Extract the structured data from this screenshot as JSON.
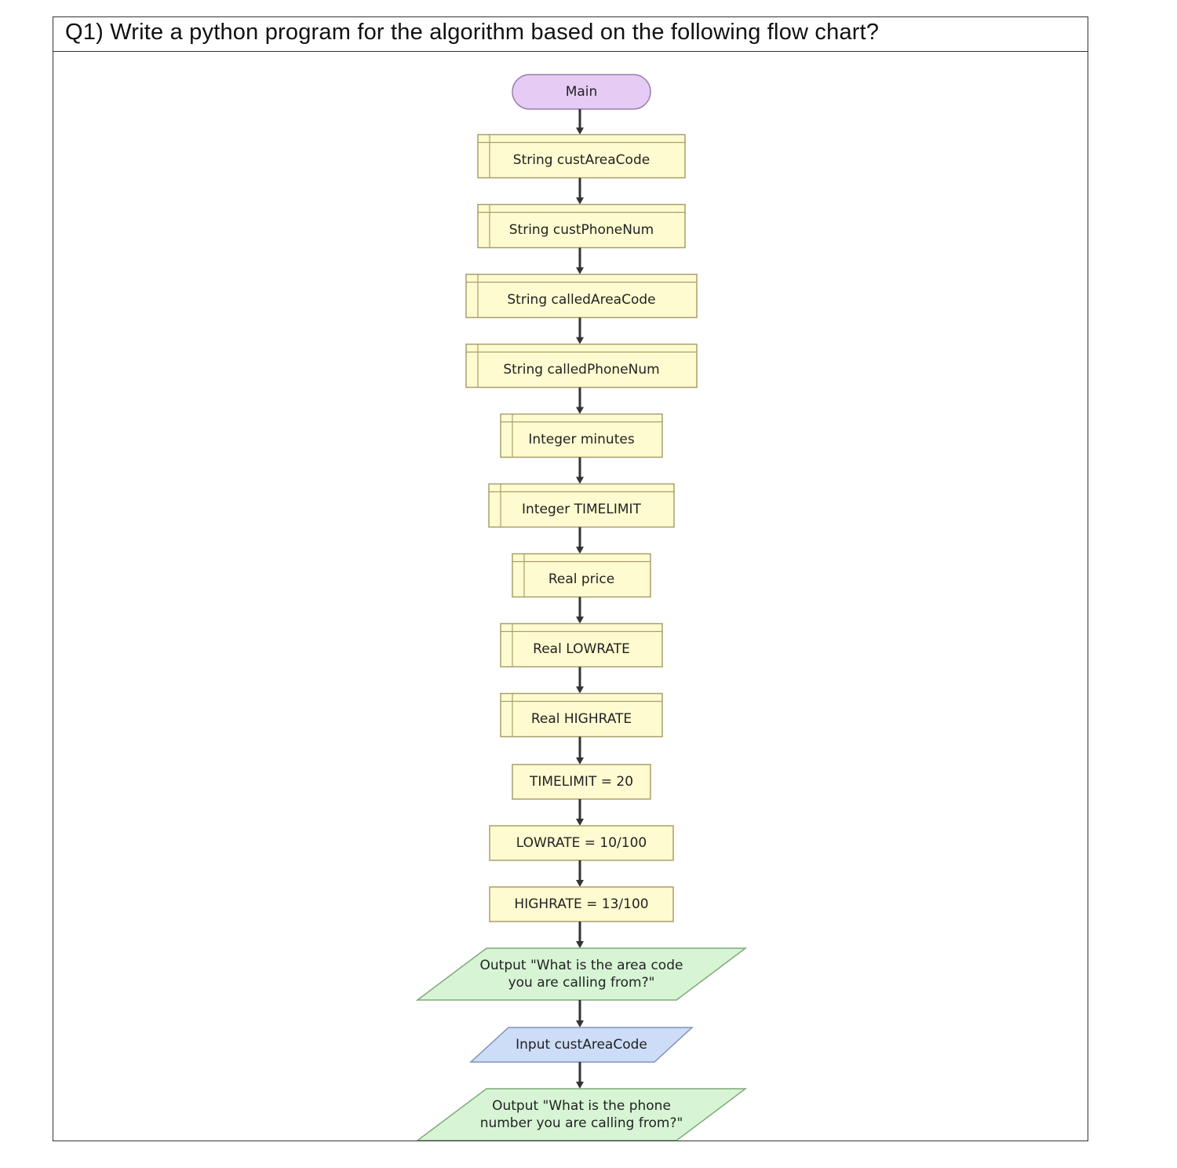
{
  "question": "Q1) Write a python program for the algorithm based on the following flow chart?",
  "colors": {
    "terminal_fill": "#e6ccf5",
    "terminal_stroke": "#9a7fb0",
    "declare_fill": "#fffbd0",
    "declare_stroke": "#a89f6a",
    "output_fill": "#d7f5d5",
    "output_stroke": "#7fa97a",
    "input_fill": "#cddcf7",
    "input_stroke": "#7f93b8",
    "arrow": "#333333"
  },
  "flowchart": {
    "start": "Main",
    "steps": [
      {
        "type": "declare",
        "lines": [
          "String custAreaCode"
        ]
      },
      {
        "type": "declare",
        "lines": [
          "String custPhoneNum"
        ]
      },
      {
        "type": "declare",
        "lines": [
          "String calledAreaCode"
        ]
      },
      {
        "type": "declare",
        "lines": [
          "String calledPhoneNum"
        ]
      },
      {
        "type": "declare",
        "lines": [
          "Integer minutes"
        ]
      },
      {
        "type": "declare",
        "lines": [
          "Integer TIMELIMIT"
        ]
      },
      {
        "type": "declare",
        "lines": [
          "Real price"
        ]
      },
      {
        "type": "declare",
        "lines": [
          "Real LOWRATE"
        ]
      },
      {
        "type": "declare",
        "lines": [
          "Real HIGHRATE"
        ]
      },
      {
        "type": "assign",
        "lines": [
          "TIMELIMIT = 20"
        ]
      },
      {
        "type": "assign",
        "lines": [
          "LOWRATE = 10/100"
        ]
      },
      {
        "type": "assign",
        "lines": [
          "HIGHRATE = 13/100"
        ]
      },
      {
        "type": "output",
        "lines": [
          "Output \"What is the area code",
          "you are calling from?\""
        ]
      },
      {
        "type": "input",
        "lines": [
          "Input custAreaCode"
        ]
      },
      {
        "type": "output",
        "lines": [
          "Output \"What is the phone",
          "number you are calling from?\""
        ]
      }
    ]
  }
}
